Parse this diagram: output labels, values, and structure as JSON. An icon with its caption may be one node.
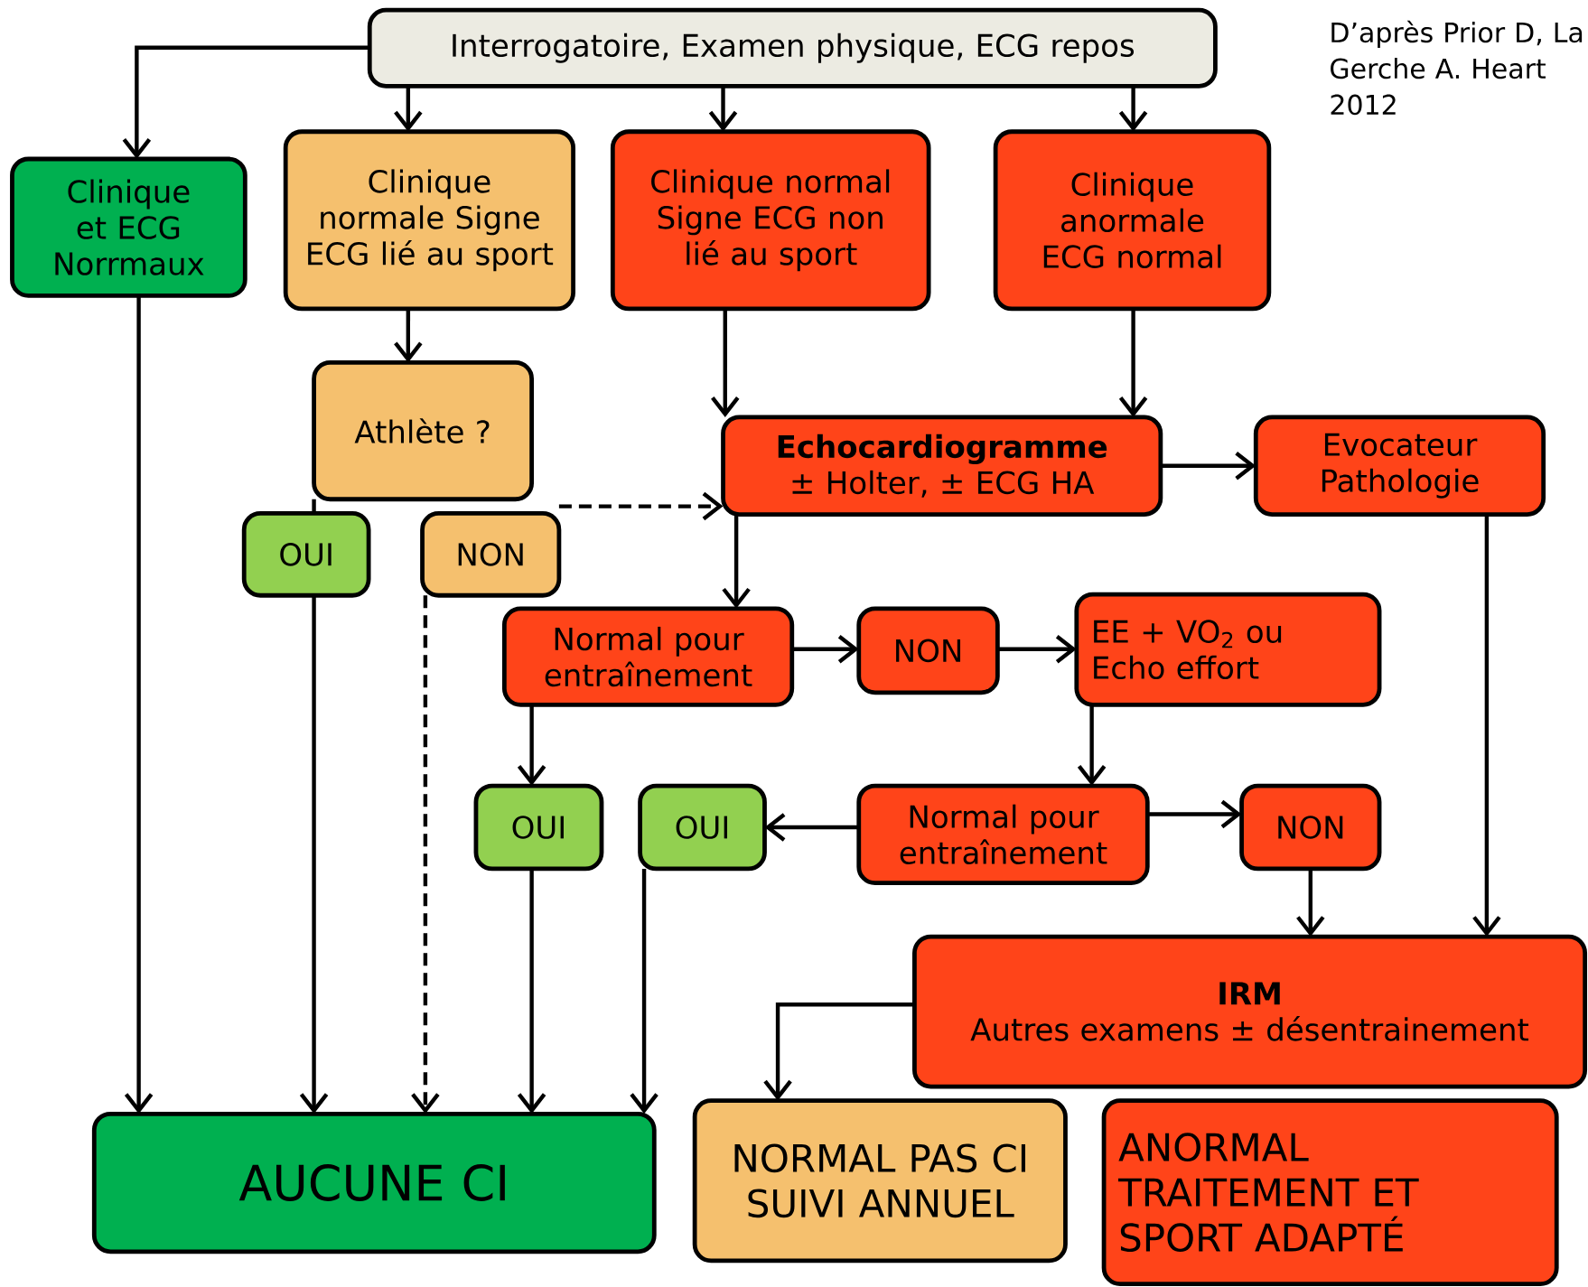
{
  "diagram": {
    "nodes": [
      {
        "text": [
          "Interrogatoire, Examen physique, ECG repos"
        ]
      },
      {
        "text": [
          "Clinique et ECG Norrmaux"
        ]
      },
      {
        "text": [
          "Clinique normale Signe ECG lié au sport"
        ]
      },
      {
        "text": [
          "Clinique normal Signe ECG non lié au sport"
        ]
      },
      {
        "text": [
          "Clinique anormale ECG normal"
        ]
      },
      {
        "text": [
          "Athlète ?"
        ]
      },
      {
        "text": [
          "OUI"
        ]
      },
      {
        "text": [
          "NON"
        ]
      },
      {
        "text": [
          "Echocardiogramme",
          "± Holter, ± ECG HA"
        ]
      },
      {
        "text": [
          "Evocateur Pathologie"
        ]
      },
      {
        "text": [
          "Normal pour entraînement"
        ]
      },
      {
        "text": [
          "NON"
        ]
      },
      {
        "text": [
          "EE + VO$_{2}$ ou Echo effort"
        ]
      },
      {
        "text": [
          "OUI"
        ]
      },
      {
        "text": [
          "OUI"
        ]
      },
      {
        "text": [
          "Normal pour entraînement"
        ]
      },
      {
        "text": [
          "NON"
        ]
      },
      {
        "text": [
          "IRM",
          "Autres examens ± désentrainement"
        ]
      },
      {
        "text": [
          "AUCUNE CI"
        ]
      },
      {
        "text": [
          "NORMAL PAS CI SUIVI ANNUEL"
        ]
      },
      {
        "text": [
          "ANORMAL TRAITEMENT ET SPORT ADAPTÉ"
        ]
      }
    ],
    "edges": [
      {
        "from": 0,
        "to": 1,
        "arrow": "to"
      },
      {
        "from": 0,
        "to": 2,
        "arrow": "to"
      },
      {
        "from": 0,
        "to": 3,
        "arrow": "to"
      },
      {
        "from": 0,
        "to": 4,
        "arrow": "to"
      },
      {
        "from": 1,
        "to": 18,
        "arrow": "to"
      },
      {
        "from": 2,
        "to": 5,
        "arrow": "to"
      },
      {
        "from": 5,
        "to": 6,
        "arrow": "none"
      },
      {
        "from": 6,
        "to": 18,
        "arrow": "to"
      },
      {
        "from": 7,
        "to": 8,
        "arrow": "to",
        "style": "dashed"
      },
      {
        "from": 7,
        "to": 18,
        "arrow": "to",
        "style": "dashed"
      },
      {
        "from": 3,
        "to": 8,
        "arrow": "to"
      },
      {
        "from": 4,
        "to": 8,
        "arrow": "to"
      },
      {
        "from": 8,
        "to": 9,
        "arrow": "to"
      },
      {
        "from": 8,
        "to": 10,
        "arrow": "to"
      },
      {
        "from": 10,
        "to": 11,
        "arrow": "to"
      },
      {
        "from": 11,
        "to": 12,
        "arrow": "to"
      },
      {
        "from": 10,
        "to": 13,
        "arrow": "to"
      },
      {
        "from": 12,
        "to": 15,
        "arrow": "to"
      },
      {
        "from": 15,
        "to": 14,
        "arrow": "to"
      },
      {
        "from": 15,
        "to": 16,
        "arrow": "to"
      },
      {
        "from": 16,
        "to": 17,
        "arrow": "to"
      },
      {
        "from": 9,
        "to": 17,
        "arrow": "to"
      },
      {
        "from": 13,
        "to": 18,
        "arrow": "to"
      },
      {
        "from": 14,
        "to": 18,
        "arrow": "to"
      },
      {
        "from": 17,
        "to": 19,
        "arrow": "to"
      }
    ],
    "labels": [
      "D’après Prior D, La Gerche A. Heart 2012"
    ]
  }
}
